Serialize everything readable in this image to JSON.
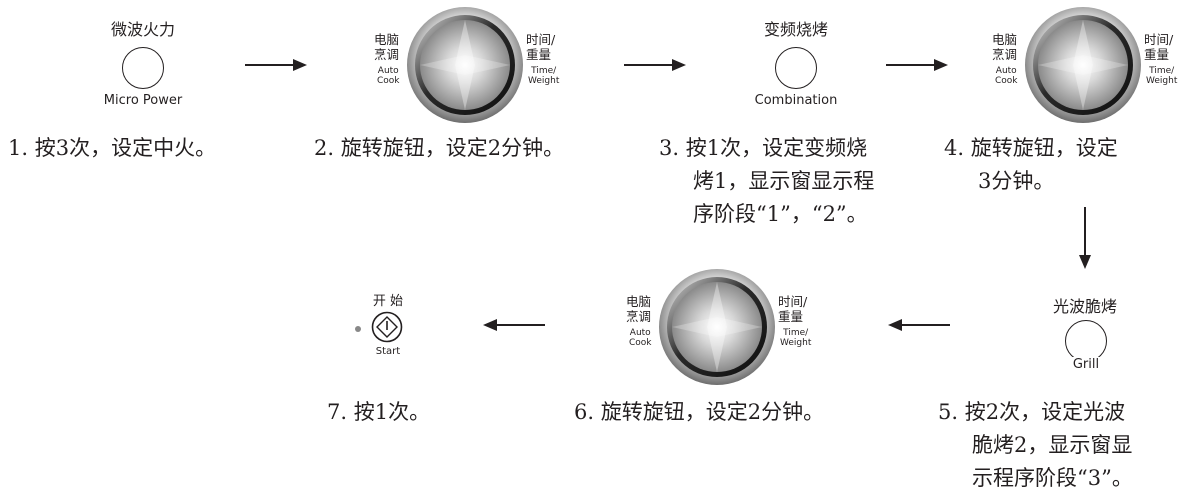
{
  "buttons": {
    "micro_power": {
      "cn": "微波火力",
      "en": "Micro Power"
    },
    "combination": {
      "cn": "变频烧烤",
      "en": "Combination"
    },
    "grill": {
      "cn": "光波脆烤",
      "en": "Grill"
    },
    "start": {
      "cn": "开 始",
      "en": "Start"
    }
  },
  "knob": {
    "left_cn_1": "电脑",
    "left_cn_2": "烹调",
    "left_en_1": "Auto",
    "left_en_2": "Cook",
    "right_cn_1": "时间/",
    "right_cn_2": "重量",
    "right_en_1": "Time/",
    "right_en_2": "Weight"
  },
  "steps": {
    "s1": [
      "1.  按3次，设定中火。"
    ],
    "s2": [
      "2.  旋转旋钮，设定2分钟。"
    ],
    "s3": [
      "3.  按1次，设定变频烧",
      "烤1，显示窗显示程",
      "序阶段“1”，“2”。"
    ],
    "s4": [
      "4.  旋转旋钮，设定",
      "3分钟。"
    ],
    "s5": [
      "5.  按2次，设定光波",
      "脆烤2，显示窗显",
      "示程序阶段“3”。"
    ],
    "s6": [
      "6.  旋转旋钮，设定2分钟。"
    ],
    "s7": [
      "7.  按1次。"
    ]
  },
  "icons": {
    "arrow": "arrow-icon",
    "knob": "dial-knob-icon",
    "start": "start-diamond-icon",
    "indicator": "indicator-dot-icon"
  },
  "colors": {
    "ink": "#231f20",
    "dot": "#888888"
  }
}
